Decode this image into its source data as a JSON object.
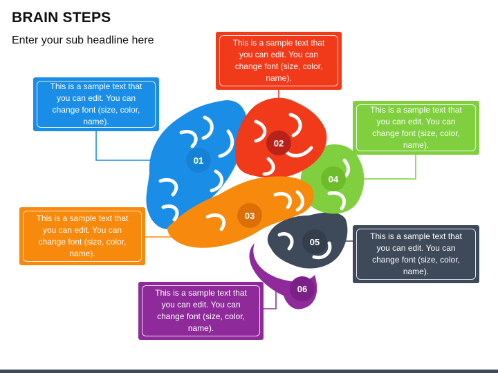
{
  "header": {
    "title": "BRAIN STEPS",
    "subtitle": "Enter your sub headline here"
  },
  "steps": [
    {
      "number": "01",
      "text": "This is a sample text that you can edit. You can change font (size, color, name).",
      "color": "#1a8ee6"
    },
    {
      "number": "02",
      "text": "This is a sample text that you can edit. You can change font (size, color, name).",
      "color": "#f03a1a"
    },
    {
      "number": "03",
      "text": "This is a sample text that you can edit. You can change font (size, color, name).",
      "color": "#f7890c"
    },
    {
      "number": "04",
      "text": "This is a sample text that you can edit. You can change font (size, color, name).",
      "color": "#7fcf3f"
    },
    {
      "number": "05",
      "text": "This is a sample text that you can edit. You can change font (size, color, name).",
      "color": "#3e4a5a"
    },
    {
      "number": "06",
      "text": "This is a sample text that you can edit. You can change font (size, color, name).",
      "color": "#8e2a9a"
    }
  ]
}
